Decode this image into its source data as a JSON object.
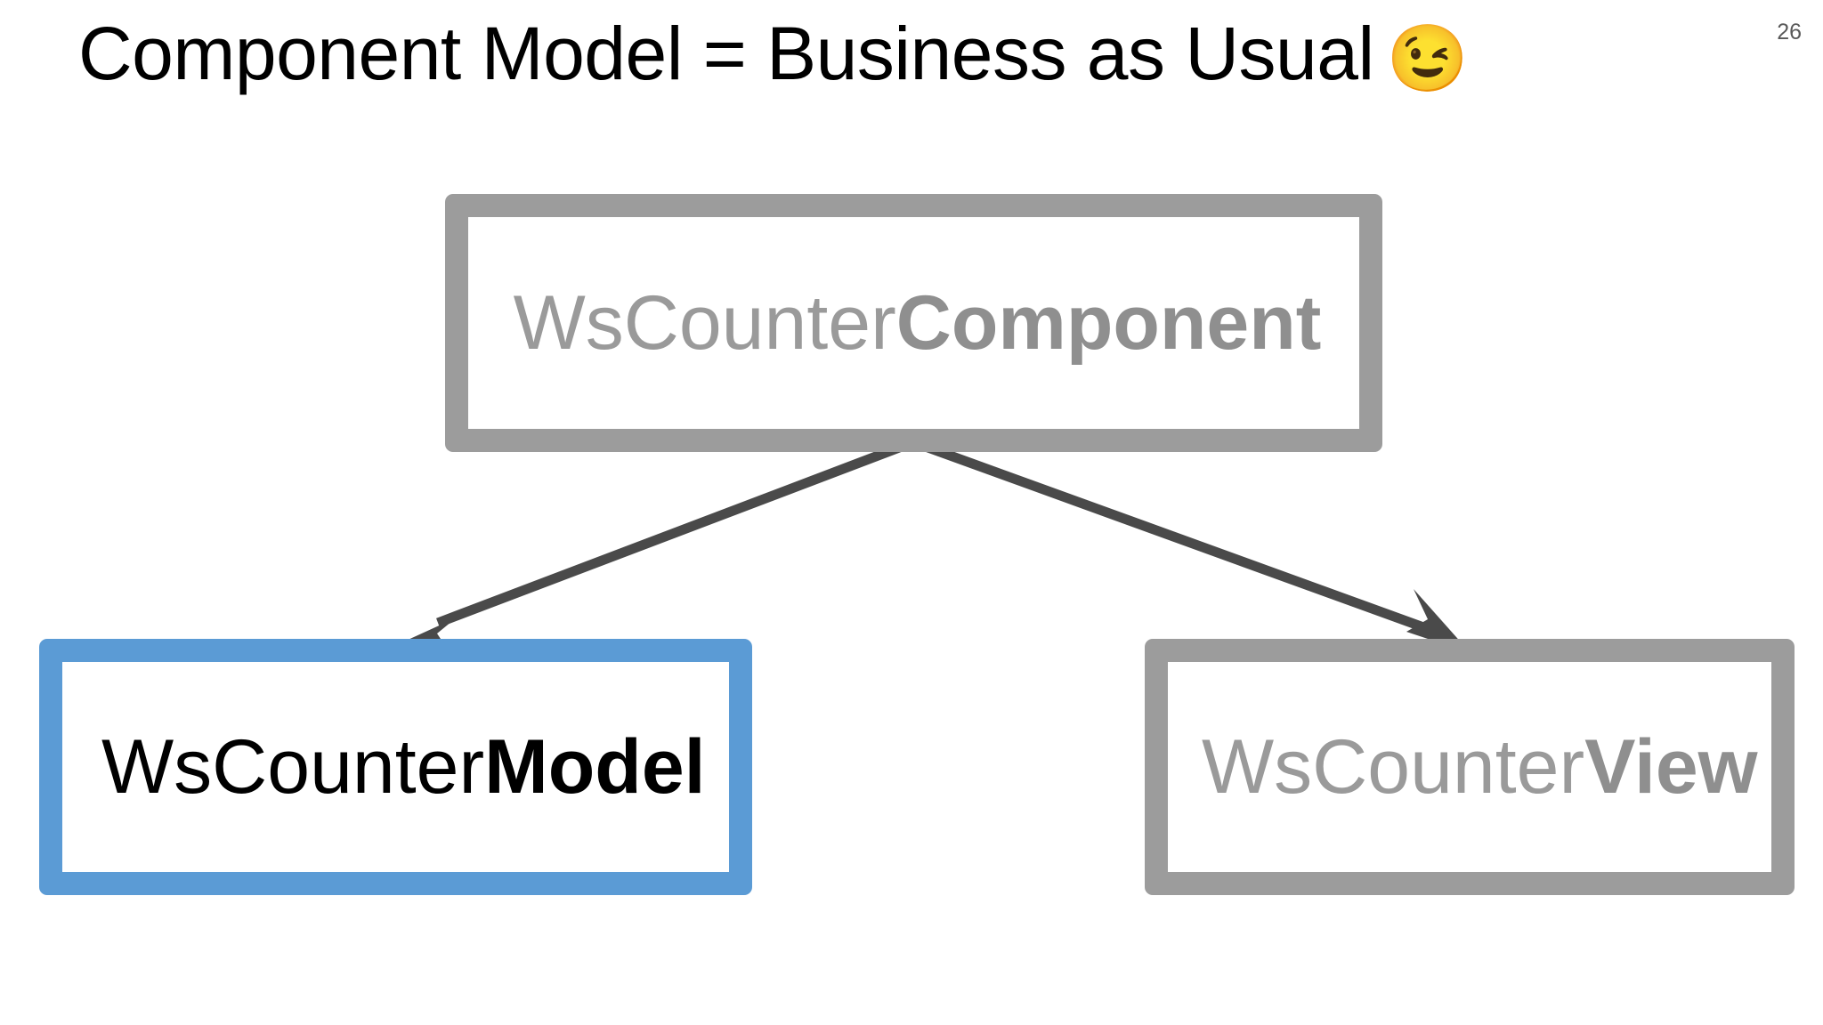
{
  "slide": {
    "page_number": "26",
    "title_text": "Component Model = Business as Usual",
    "title_emoji": "😉",
    "background_color": "#FFFFFF"
  },
  "diagram": {
    "type": "node-link",
    "accent_color": "#5B9BD5",
    "muted_color": "#9C9C9C",
    "arrow_color": "#4A4A4A",
    "nodes": [
      {
        "id": "component",
        "prefix": "WsCounter",
        "suffix": "Component",
        "border_color": "#9C9C9C",
        "text_color": "#9A9A9A",
        "highlighted": "false"
      },
      {
        "id": "model",
        "prefix": "WsCounter",
        "suffix": "Model",
        "border_color": "#5B9BD5",
        "text_color": "#000000",
        "highlighted": "true"
      },
      {
        "id": "view",
        "prefix": "WsCounter",
        "suffix": "View",
        "border_color": "#9C9C9C",
        "text_color": "#9A9A9A",
        "highlighted": "false"
      }
    ],
    "edges": [
      {
        "id": "component-to-model",
        "from": "component",
        "to": "model"
      },
      {
        "id": "component-to-view",
        "from": "component",
        "to": "view"
      }
    ]
  }
}
